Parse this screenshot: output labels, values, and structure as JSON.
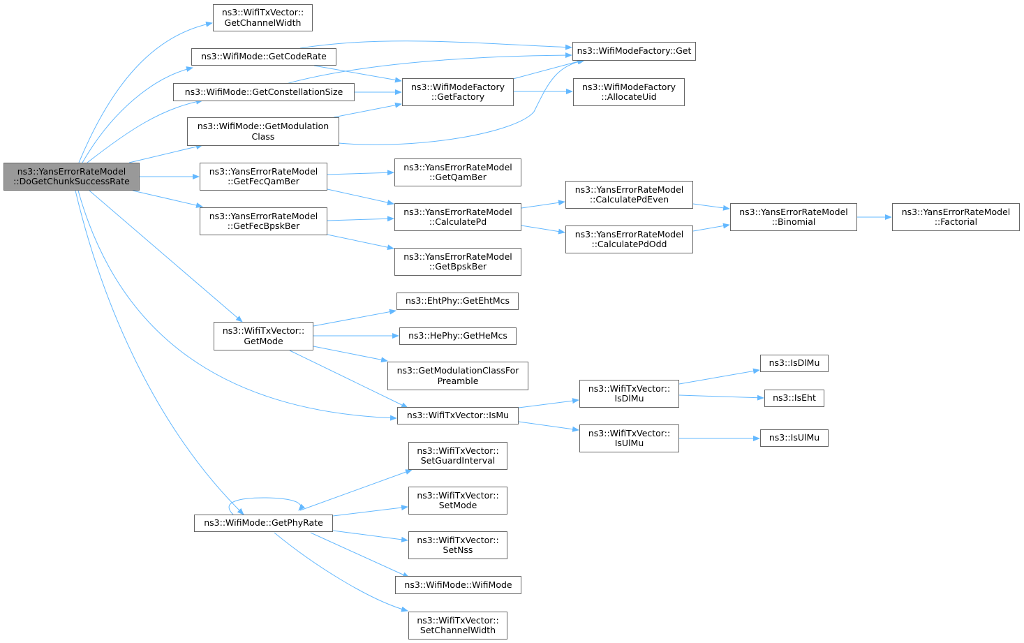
{
  "colors": {
    "edge": "#63b8ff",
    "node_border": "#666666",
    "root_fill": "#999999",
    "node_fill": "#ffffff"
  },
  "nodes": {
    "root": {
      "l1": "ns3::YansErrorRateModel",
      "l2": "::DoGetChunkSuccessRate"
    },
    "txv_channel_width": {
      "l1": "ns3::WifiTxVector::",
      "l2": "GetChannelWidth"
    },
    "mode_code_rate": {
      "l1": "ns3::WifiMode::GetCodeRate"
    },
    "mode_constellation": {
      "l1": "ns3::WifiMode::GetConstellationSize"
    },
    "mode_mod_class": {
      "l1": "ns3::WifiMode::GetModulation",
      "l2": "Class"
    },
    "factory_get": {
      "l1": "ns3::WifiModeFactory::Get"
    },
    "factory_get_factory": {
      "l1": "ns3::WifiModeFactory",
      "l2": "::GetFactory"
    },
    "factory_allocate_uid": {
      "l1": "ns3::WifiModeFactory",
      "l2": "::AllocateUid"
    },
    "yans_fec_qam": {
      "l1": "ns3::YansErrorRateModel",
      "l2": "::GetFecQamBer"
    },
    "yans_fec_bpsk": {
      "l1": "ns3::YansErrorRateModel",
      "l2": "::GetFecBpskBer"
    },
    "yans_qam_ber": {
      "l1": "ns3::YansErrorRateModel",
      "l2": "::GetQamBer"
    },
    "yans_calc_pd": {
      "l1": "ns3::YansErrorRateModel",
      "l2": "::CalculatePd"
    },
    "yans_bpsk_ber": {
      "l1": "ns3::YansErrorRateModel",
      "l2": "::GetBpskBer"
    },
    "yans_pd_even": {
      "l1": "ns3::YansErrorRateModel",
      "l2": "::CalculatePdEven"
    },
    "yans_pd_odd": {
      "l1": "ns3::YansErrorRateModel",
      "l2": "::CalculatePdOdd"
    },
    "yans_binomial": {
      "l1": "ns3::YansErrorRateModel",
      "l2": "::Binomial"
    },
    "yans_factorial": {
      "l1": "ns3::YansErrorRateModel",
      "l2": "::Factorial"
    },
    "txv_get_mode": {
      "l1": "ns3::WifiTxVector::",
      "l2": "GetMode"
    },
    "eht_mcs": {
      "l1": "ns3::EhtPhy::GetEhtMcs"
    },
    "he_mcs": {
      "l1": "ns3::HePhy::GetHeMcs"
    },
    "mod_class_preamble": {
      "l1": "ns3::GetModulationClassFor",
      "l2": "Preamble"
    },
    "txv_is_mu": {
      "l1": "ns3::WifiTxVector::IsMu"
    },
    "txv_is_dl_mu": {
      "l1": "ns3::WifiTxVector::",
      "l2": "IsDlMu"
    },
    "txv_is_ul_mu": {
      "l1": "ns3::WifiTxVector::",
      "l2": "IsUlMu"
    },
    "is_dl_mu": {
      "l1": "ns3::IsDlMu"
    },
    "is_eht": {
      "l1": "ns3::IsEht"
    },
    "is_ul_mu": {
      "l1": "ns3::IsUlMu"
    },
    "mode_phy_rate": {
      "l1": "ns3::WifiMode::GetPhyRate"
    },
    "txv_set_guard": {
      "l1": "ns3::WifiTxVector::",
      "l2": "SetGuardInterval"
    },
    "txv_set_mode": {
      "l1": "ns3::WifiTxVector::",
      "l2": "SetMode"
    },
    "txv_set_nss": {
      "l1": "ns3::WifiTxVector::",
      "l2": "SetNss"
    },
    "mode_ctor": {
      "l1": "ns3::WifiMode::WifiMode"
    },
    "txv_set_cw": {
      "l1": "ns3::WifiTxVector::",
      "l2": "SetChannelWidth"
    }
  }
}
